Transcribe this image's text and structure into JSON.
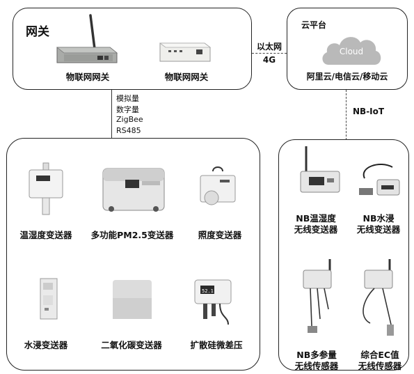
{
  "gateway": {
    "title": "网关",
    "device_left_label": "物联网网关",
    "device_right_label": "物联网网关"
  },
  "cloud": {
    "title": "云平台",
    "logo_text": "Cloud",
    "providers": "阿里云/电信云/移动云"
  },
  "link_gateway_cloud": {
    "line1": "以太网",
    "line2": "4G"
  },
  "link_gateway_sensors": [
    "模拟量",
    "数字量",
    "ZigBee",
    "RS485"
  ],
  "link_cloud_nb": "NB-IoT",
  "sensors": {
    "temp_humidity": "温湿度变送器",
    "pm25": "多功能PM2.5变送器",
    "illuminance": "照度变送器",
    "water_leak": "水浸变送器",
    "co2": "二氧化碳变送器",
    "diff_pressure": "扩散硅微差压"
  },
  "nb_devices": {
    "temp_humidity": {
      "line1": "NB温湿度",
      "line2": "无线变送器"
    },
    "water_leak": {
      "line1": "NB水浸",
      "line2": "无线变送器"
    },
    "multi_param": {
      "line1": "NB多参量",
      "line2": "无线传感器"
    },
    "ec": {
      "line1": "综合EC值",
      "line2": "无线传感器"
    }
  },
  "display_values": {
    "pressure_display": "52.1"
  },
  "colors": {
    "border": "#222222",
    "cloud_fill": "#b9b9b9",
    "device_fill": "#e9e9e9"
  }
}
